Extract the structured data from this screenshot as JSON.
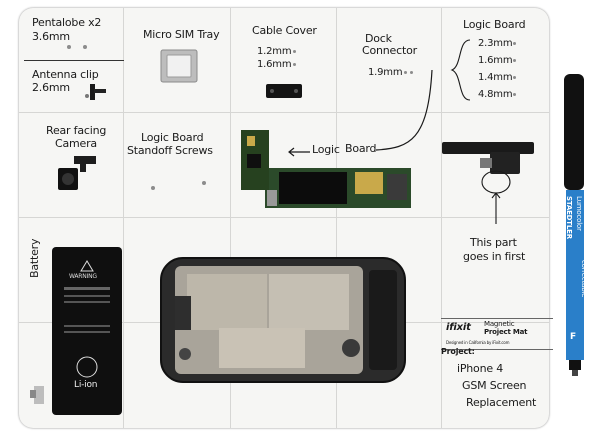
{
  "labels": {
    "pentalobe": "Pentalobe x2",
    "pentalobe_size": "3.6mm",
    "antenna_clip": "Antenna clip",
    "antenna_size": "2.6mm",
    "micro_sim": "Micro SIM Tray",
    "cable_cover": "Cable Cover",
    "cable_size_1": "1.2mm",
    "cable_size_2": "1.6mm",
    "dock_connector_1": "Dock",
    "dock_connector_2": "Connector",
    "dock_size": "1.9mm",
    "logic_board": "Logic Board",
    "lb_sizes": [
      "2.3mm",
      "1.6mm",
      "1.4mm",
      "4.8mm"
    ],
    "rear_camera_1": "Rear facing",
    "rear_camera_2": "Camera",
    "standoff_1": "Logic Board",
    "standoff_2": "Standoff Screws",
    "logic": "Logic",
    "board": "Board",
    "this_part_1": "This part",
    "this_part_2": "goes in first",
    "battery": "Battery",
    "project_label": "Project:",
    "project_1": "iPhone 4",
    "project_2": "GSM Screen",
    "project_3": "Replacement"
  },
  "branding": {
    "logo": "ifixit",
    "title_1": "Magnetic",
    "title_2": "Project Mat",
    "designed": "Designed in California by iFixit.com"
  },
  "battery_label": {
    "warning": "WARNING",
    "text": "Li-ion"
  },
  "marker": {
    "brand": "STAEDTLER",
    "model": "Lumocolor",
    "tag": "correctable",
    "letter": "F"
  },
  "colors": {
    "mat": "#f6f6f4",
    "grid": "#d6d6d4",
    "ink": "#1a1a1a",
    "marker_blue": "#2a7fc9"
  }
}
